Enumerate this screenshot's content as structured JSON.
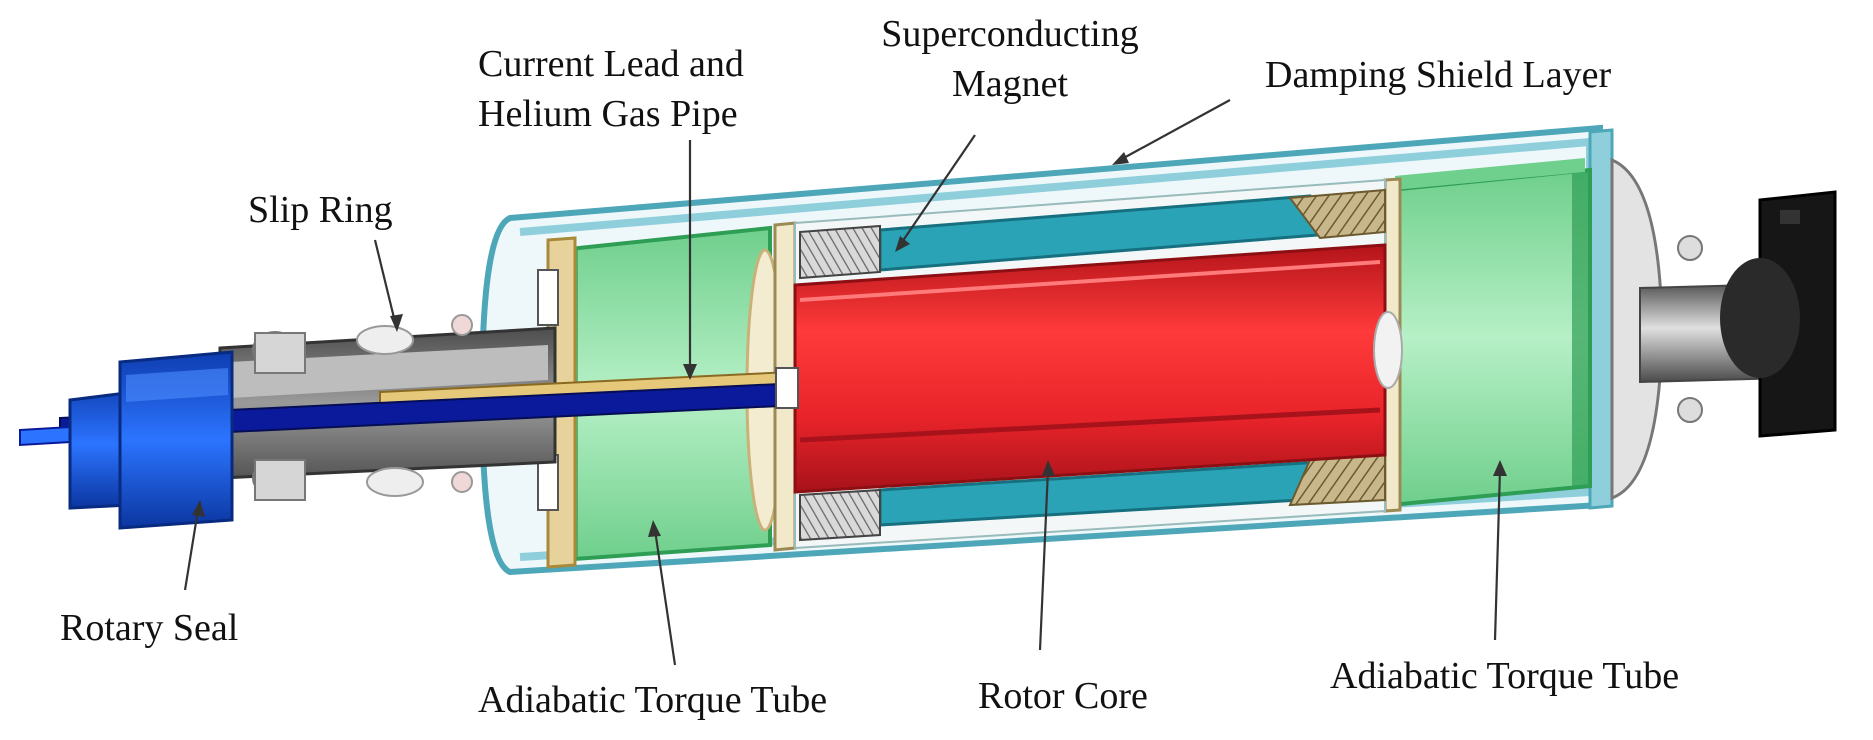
{
  "labels": {
    "current_lead": [
      "Current Lead and",
      "Helium Gas Pipe"
    ],
    "superconducting_magnet": [
      "Superconducting",
      "Magnet"
    ],
    "damping_shield": "Damping Shield Layer",
    "slip_ring": "Slip Ring",
    "rotary_seal": "Rotary Seal",
    "torque_tube_left": "Adiabatic Torque Tube",
    "rotor_core": "Rotor Core",
    "torque_tube_right": "Adiabatic Torque Tube"
  },
  "colors": {
    "shield": "#8fcfdc",
    "shield_dark": "#4da7b8",
    "torque_tube": "#98e2b0",
    "torque_tube_dark": "#2f9e55",
    "rotor_core": "#e8242a",
    "rotor_core_dark": "#b3141a",
    "magnet": "#2ba3b7",
    "blue_seal": "#1554d6",
    "shaft_blue": "#0a1a9a",
    "gray_housing": "#6f6f6f",
    "flange_black": "#161616"
  }
}
